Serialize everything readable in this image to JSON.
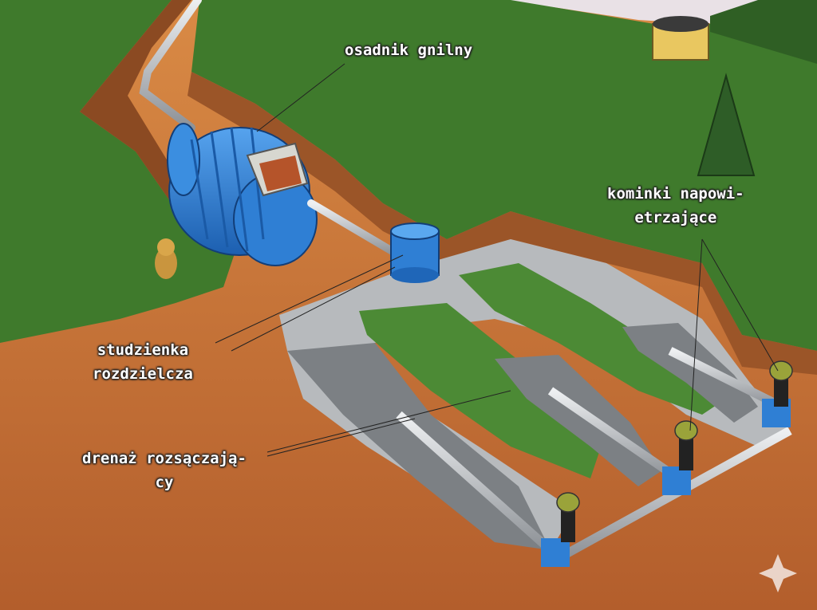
{
  "labels": {
    "septic_tank": "osadnik gnilny",
    "distribution_well": [
      "studzienka",
      "rozdzielcza"
    ],
    "drainage": [
      "drenaż rozsączają-",
      "cy"
    ],
    "vent_pipes": [
      "kominki napowi-",
      "etrzające"
    ]
  },
  "colors": {
    "grass": "#3f7a2c",
    "soil": "#c8733a",
    "tank": "#2f7fd4",
    "gravel": "#8c8f92",
    "pipe": "#c9ccd0",
    "vent_cap": "#9aa33a"
  }
}
